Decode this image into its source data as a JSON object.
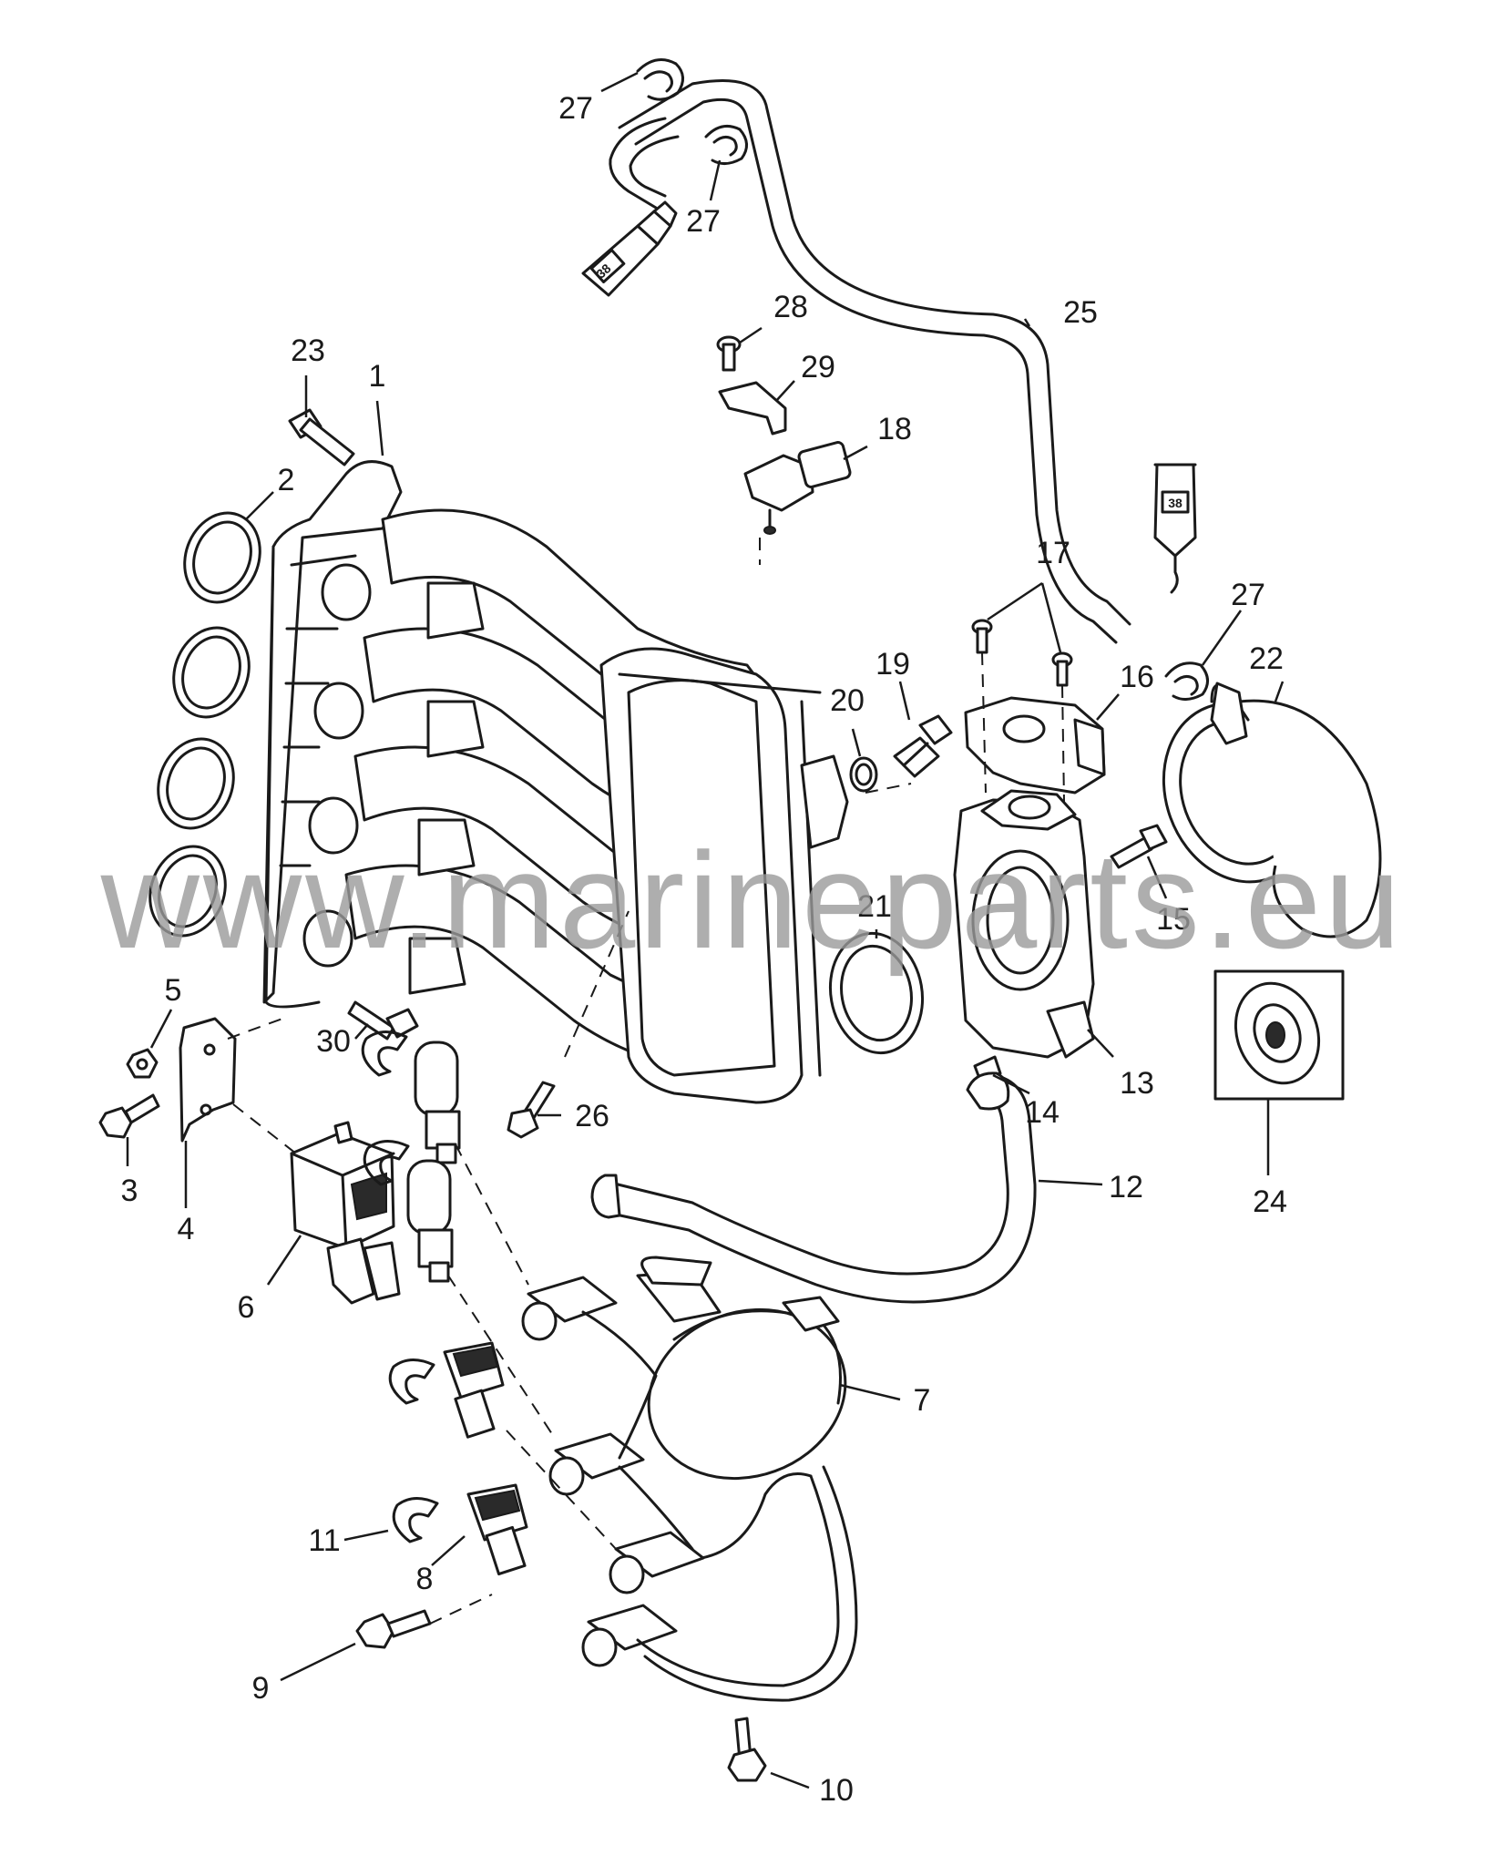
{
  "watermark": "www.marineparts.eu",
  "tube_label": "38",
  "callouts": [
    {
      "id": "1",
      "label": "1"
    },
    {
      "id": "2",
      "label": "2"
    },
    {
      "id": "3",
      "label": "3"
    },
    {
      "id": "4",
      "label": "4"
    },
    {
      "id": "5",
      "label": "5"
    },
    {
      "id": "6",
      "label": "6"
    },
    {
      "id": "7",
      "label": "7"
    },
    {
      "id": "8",
      "label": "8"
    },
    {
      "id": "9",
      "label": "9"
    },
    {
      "id": "10",
      "label": "10"
    },
    {
      "id": "11",
      "label": "11"
    },
    {
      "id": "12",
      "label": "12"
    },
    {
      "id": "13",
      "label": "13"
    },
    {
      "id": "14",
      "label": "14"
    },
    {
      "id": "15",
      "label": "15"
    },
    {
      "id": "16",
      "label": "16"
    },
    {
      "id": "17",
      "label": "17"
    },
    {
      "id": "18",
      "label": "18"
    },
    {
      "id": "19",
      "label": "19"
    },
    {
      "id": "20",
      "label": "20"
    },
    {
      "id": "21",
      "label": "21"
    },
    {
      "id": "22",
      "label": "22"
    },
    {
      "id": "23",
      "label": "23"
    },
    {
      "id": "24",
      "label": "24"
    },
    {
      "id": "25",
      "label": "25"
    },
    {
      "id": "26",
      "label": "26"
    },
    {
      "id": "27a",
      "label": "27"
    },
    {
      "id": "27b",
      "label": "27"
    },
    {
      "id": "27c",
      "label": "27"
    },
    {
      "id": "28",
      "label": "28"
    },
    {
      "id": "29",
      "label": "29"
    },
    {
      "id": "30",
      "label": "30"
    }
  ]
}
